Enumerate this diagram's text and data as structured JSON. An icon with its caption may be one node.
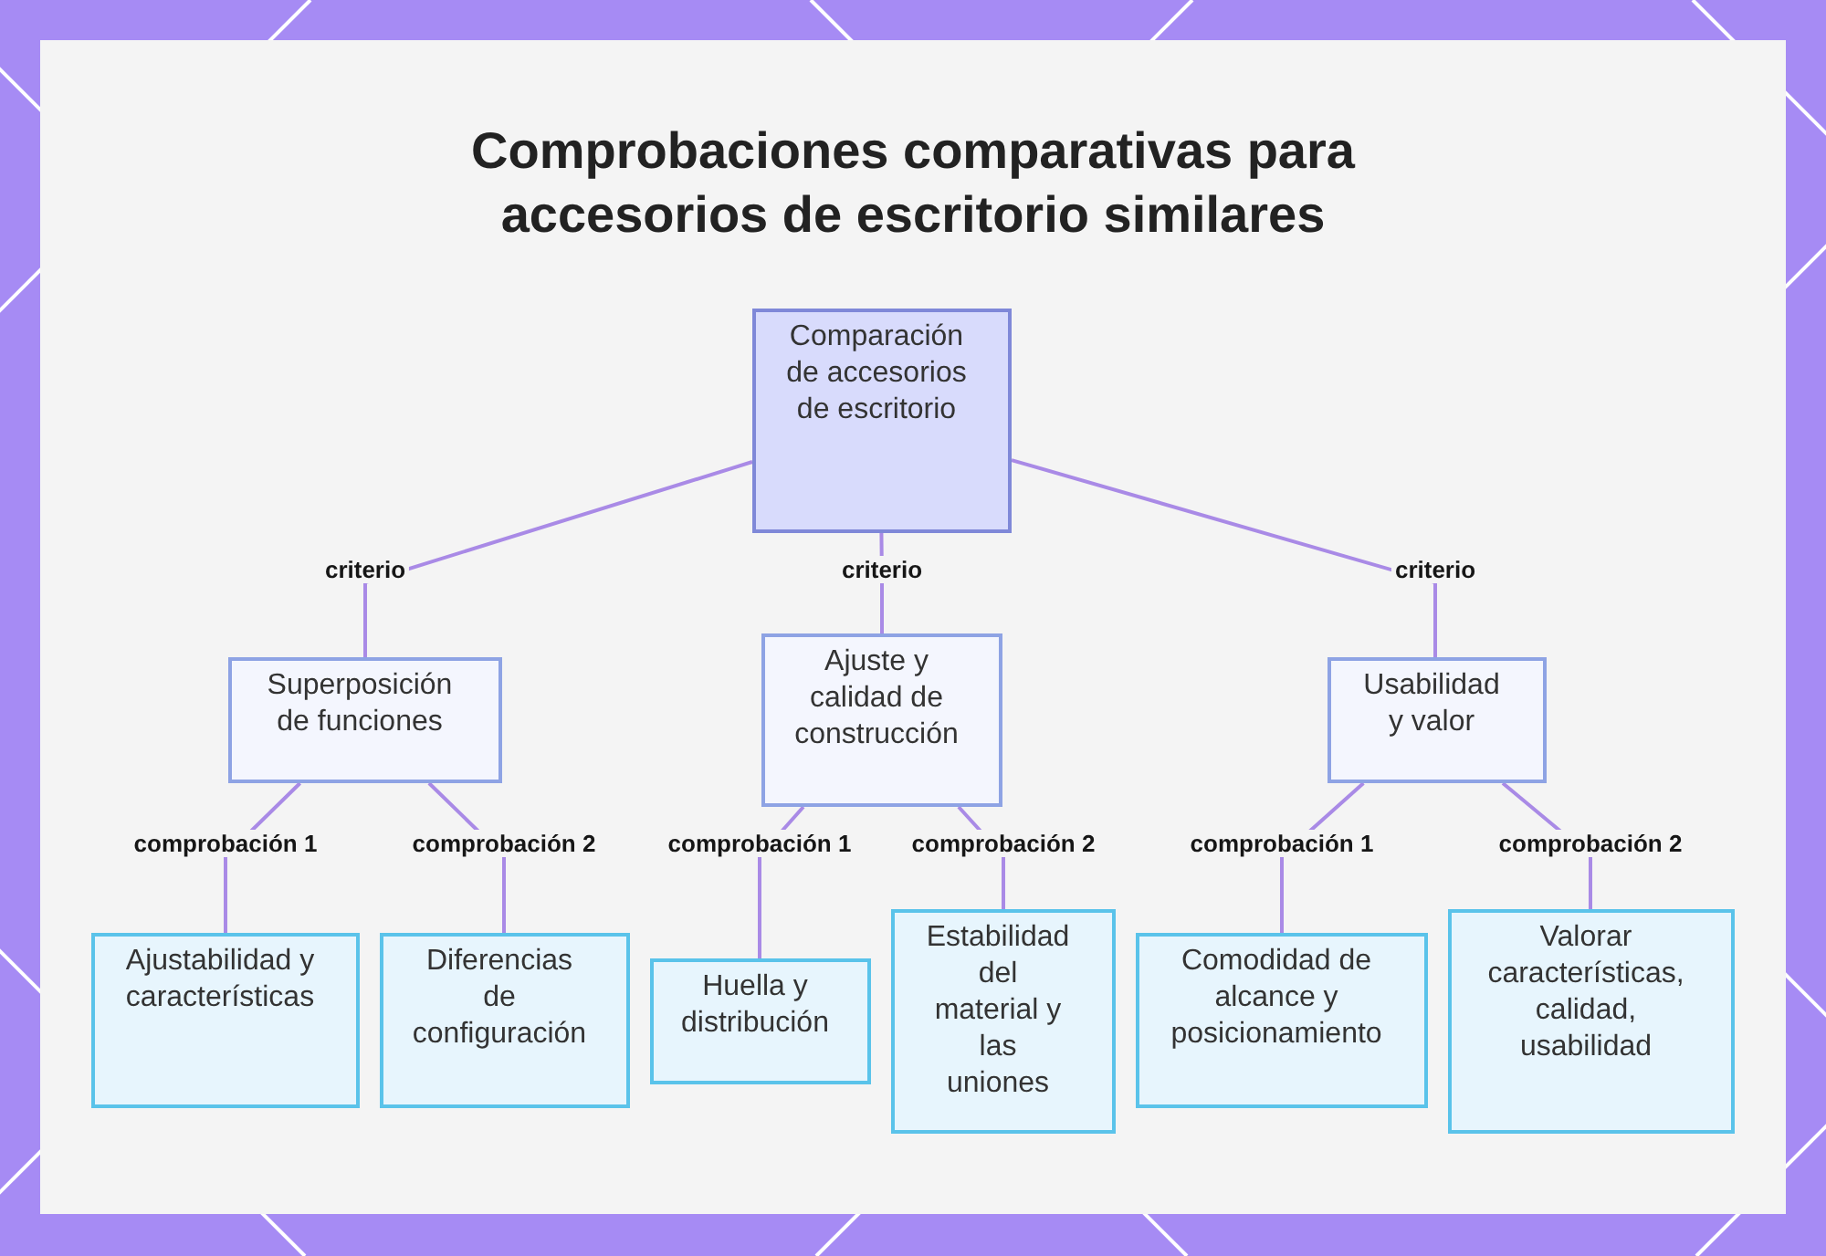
{
  "diagram": {
    "title": "Comprobaciones comparativas para accesorios de escritorio similares",
    "nodes": [
      {
        "text": [
          "Comparación de accesorios de escritorio"
        ]
      },
      {
        "text": [
          "Superposición de funciones"
        ]
      },
      {
        "text": [
          "Ajuste y calidad de construcción"
        ]
      },
      {
        "text": [
          "Usabilidad y valor"
        ]
      },
      {
        "text": [
          "Ajustabilidad y características"
        ]
      },
      {
        "text": [
          "Diferencias de configuración"
        ]
      },
      {
        "text": [
          "Huella y distribución"
        ]
      },
      {
        "text": [
          "Estabilidad del material y las uniones"
        ]
      },
      {
        "text": [
          "Comodidad de alcance y posicionamiento"
        ]
      },
      {
        "text": [
          "Valorar características, calidad, usabilidad"
        ]
      }
    ],
    "edges": [
      {
        "from": 0,
        "to": 1,
        "arrow": "none",
        "label": "criterio"
      },
      {
        "from": 0,
        "to": 2,
        "arrow": "none",
        "label": "criterio"
      },
      {
        "from": 0,
        "to": 3,
        "arrow": "none",
        "label": "criterio"
      },
      {
        "from": 1,
        "to": 4,
        "arrow": "none",
        "label": "comprobación 1"
      },
      {
        "from": 1,
        "to": 5,
        "arrow": "none",
        "label": "comprobación 2"
      },
      {
        "from": 2,
        "to": 6,
        "arrow": "none",
        "label": "comprobación 1"
      },
      {
        "from": 2,
        "to": 7,
        "arrow": "none",
        "label": "comprobación 2"
      },
      {
        "from": 3,
        "to": 8,
        "arrow": "none",
        "label": "comprobación 1"
      },
      {
        "from": 3,
        "to": 9,
        "arrow": "none",
        "label": "comprobación 2"
      }
    ]
  }
}
